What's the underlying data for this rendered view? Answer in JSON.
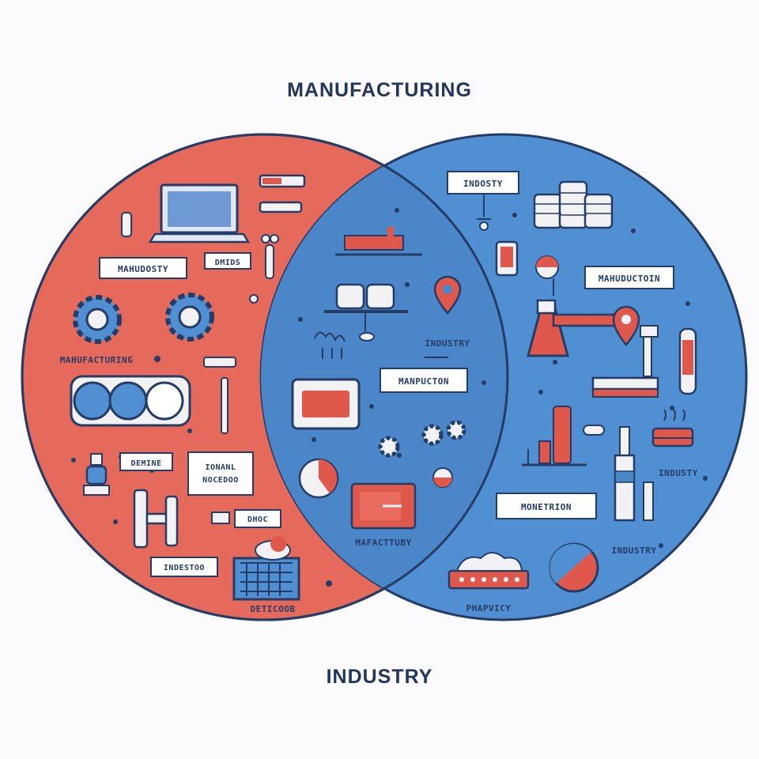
{
  "titles": {
    "top": "MANUFACTURING",
    "bottom": "INDUSTRY"
  },
  "colors": {
    "left_circle": "#e56a5c",
    "right_circle": "#4f8fd2",
    "overlap": "#4a86c8",
    "outline": "#243c66",
    "accent_red": "#e0584c",
    "light": "#f2f2f4"
  },
  "boxed_labels": [
    {
      "id": "box-mahudosty",
      "text": "MAHUDOSTY"
    },
    {
      "id": "box-small-1",
      "text": "DMIDS"
    },
    {
      "id": "box-indosity",
      "text": "INDOSTY"
    },
    {
      "id": "box-manuduction-right",
      "text": "MAHUDUCTOIN"
    },
    {
      "id": "box-manpucton-center",
      "text": "MANPUCTON"
    },
    {
      "id": "box-demine",
      "text": "DEMINE"
    },
    {
      "id": "box-ionanl",
      "text": "IONANL"
    },
    {
      "id": "box-nocedoo",
      "text": "NOCEDOO"
    },
    {
      "id": "box-dhoc",
      "text": "DHOC"
    },
    {
      "id": "box-indestoo",
      "text": "INDESTOO"
    },
    {
      "id": "box-monetrion",
      "text": "MONETRION"
    }
  ],
  "plain_labels": [
    {
      "id": "txt-manufacturing-left",
      "text": "MAHUFACTURING"
    },
    {
      "id": "txt-industry-center",
      "text": "INDUSTRY"
    },
    {
      "id": "txt-mafactuby",
      "text": "MAFACTTUBY"
    },
    {
      "id": "txt-deticoob",
      "text": "DETICOOB"
    },
    {
      "id": "txt-industy-right",
      "text": "INDUSTY"
    },
    {
      "id": "txt-industry-right-low",
      "text": "INDUSTRY"
    },
    {
      "id": "txt-phapvicy",
      "text": "PHAPVICY"
    }
  ]
}
